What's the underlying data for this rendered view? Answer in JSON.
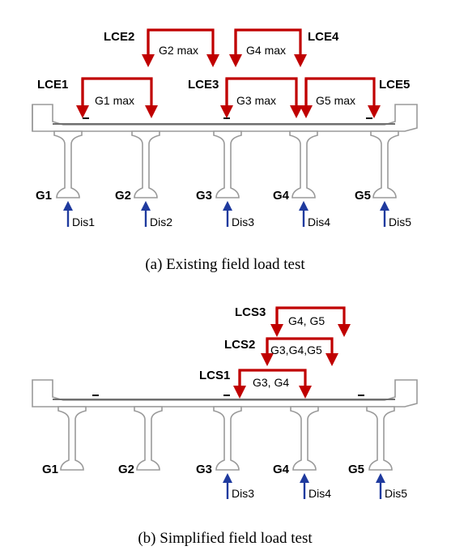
{
  "colors": {
    "load": "#c00000",
    "sensor": "#1f3a9e",
    "outline": "#9a9a9a"
  },
  "panel_a": {
    "caption": "(a) Existing field load test",
    "girders": [
      "G1",
      "G2",
      "G3",
      "G4",
      "G5"
    ],
    "sensors": [
      "Dis1",
      "Dis2",
      "Dis3",
      "Dis4",
      "Dis5"
    ],
    "load_cases": [
      {
        "id": "LCE1",
        "label": "G1 max"
      },
      {
        "id": "LCE2",
        "label": "G2 max"
      },
      {
        "id": "LCE3",
        "label": "G3 max"
      },
      {
        "id": "LCE4",
        "label": "G4 max"
      },
      {
        "id": "LCE5",
        "label": "G5 max"
      }
    ]
  },
  "panel_b": {
    "caption": "(b) Simplified field load test",
    "girders": [
      "G1",
      "G2",
      "G3",
      "G4",
      "G5"
    ],
    "sensors": [
      "Dis3",
      "Dis4",
      "Dis5"
    ],
    "load_cases": [
      {
        "id": "LCS1",
        "label": "G3, G4"
      },
      {
        "id": "LCS2",
        "label": "G3,G4,G5"
      },
      {
        "id": "LCS3",
        "label": "G4, G5"
      }
    ]
  }
}
